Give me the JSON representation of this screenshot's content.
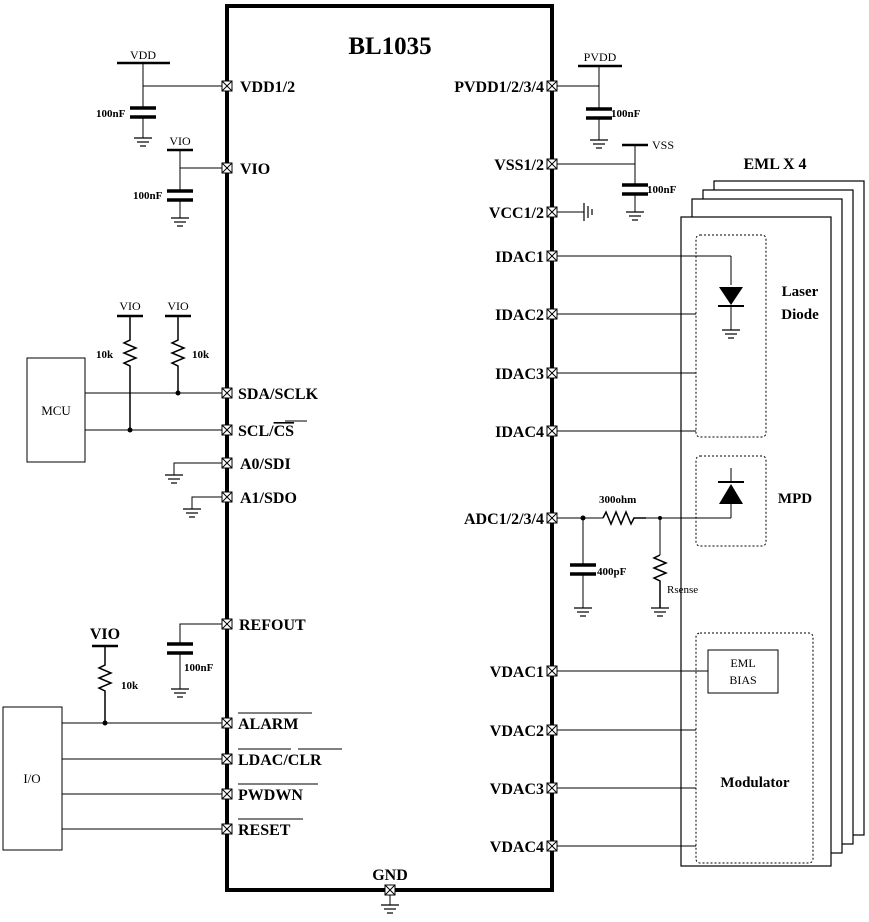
{
  "chip": {
    "name": "BL1035"
  },
  "left_pins": {
    "vdd": "VDD1/2",
    "vio": "VIO",
    "sda": "SDA/SCLK",
    "scl": "SCL/",
    "scl_bar": "CS",
    "a0": "A0/SDI",
    "a1": "A1/SDO",
    "refout": "REFOUT",
    "alarm": "ALARM",
    "ldac": "LDAC",
    "ldac_sep": "/",
    "clr": "CLR",
    "pwdwn": "PWDWN",
    "reset": "RESET"
  },
  "right_pins": {
    "pvdd": "PVDD1/2/3/4",
    "vss": "VSS1/2",
    "vcc": "VCC1/2",
    "idac1": "IDAC1",
    "idac2": "IDAC2",
    "idac3": "IDAC3",
    "idac4": "IDAC4",
    "adc": "ADC1/2/3/4",
    "vdac1": "VDAC1",
    "vdac2": "VDAC2",
    "vdac3": "VDAC3",
    "vdac4": "VDAC4"
  },
  "bottom_pin": {
    "gnd": "GND"
  },
  "rails": {
    "vdd": "VDD",
    "vio_cap": "VIO",
    "vio_r1": "VIO",
    "vio_r2": "VIO",
    "vio_big": "VIO",
    "pvdd": "PVDD",
    "vss": "VSS"
  },
  "components": {
    "c_vdd": "100nF",
    "c_vio": "100nF",
    "c_refout": "100nF",
    "c_pvdd": "100nF",
    "c_vss": "100nF",
    "r_sda": "10k",
    "r_scl": "10k",
    "r_alarm": "10k",
    "r_300": "300ohm",
    "c_400": "400pF",
    "r_sense": "Rsense"
  },
  "blocks": {
    "mcu": "MCU",
    "io": "I/O",
    "eml_group": "EML X 4",
    "laser_1": "Laser",
    "laser_2": "Diode",
    "mpd": "MPD",
    "eml_bias_1": "EML",
    "eml_bias_2": "BIAS",
    "modulator": "Modulator"
  }
}
